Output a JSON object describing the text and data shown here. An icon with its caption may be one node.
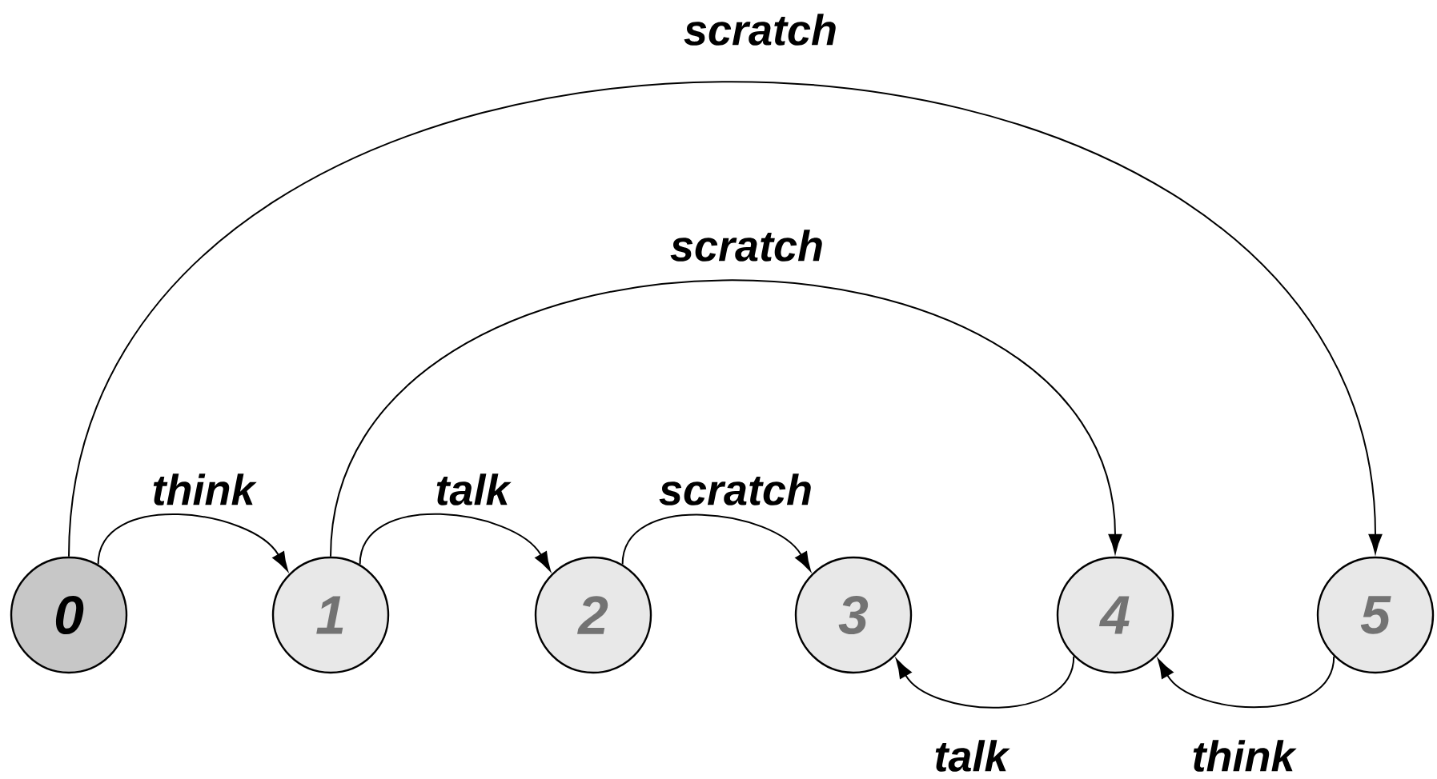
{
  "diagram": {
    "nodes": [
      {
        "text": [
          "0"
        ]
      },
      {
        "text": [
          "1"
        ]
      },
      {
        "text": [
          "2"
        ]
      },
      {
        "text": [
          "3"
        ]
      },
      {
        "text": [
          "4"
        ]
      },
      {
        "text": [
          "5"
        ]
      }
    ],
    "edges": [
      {
        "from": 0,
        "to": 1,
        "arrow": "to",
        "label": "think"
      },
      {
        "from": 1,
        "to": 2,
        "arrow": "to",
        "label": "talk"
      },
      {
        "from": 2,
        "to": 3,
        "arrow": "to",
        "label": "scratch"
      },
      {
        "from": 4,
        "to": 3,
        "arrow": "to",
        "label": "talk"
      },
      {
        "from": 5,
        "to": 4,
        "arrow": "to",
        "label": "think"
      },
      {
        "from": 1,
        "to": 4,
        "arrow": "to",
        "label": "scratch"
      },
      {
        "from": 0,
        "to": 5,
        "arrow": "to",
        "label": "scratch"
      }
    ]
  }
}
